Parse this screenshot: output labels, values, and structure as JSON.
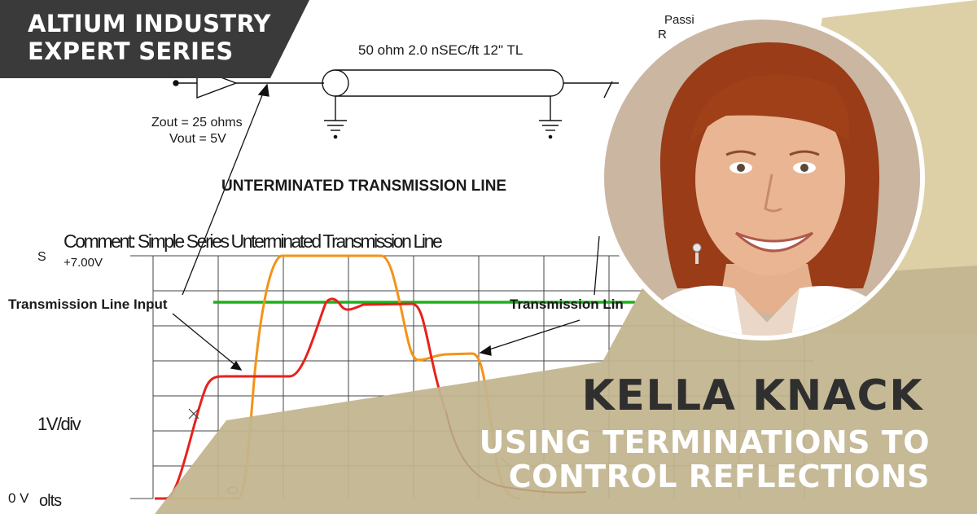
{
  "badge": {
    "line1": "ALTIUM INDUSTRY",
    "line2": "EXPERT SERIES"
  },
  "schematic": {
    "tl_label": "50 ohm 2.0 nSEC/ft 12\" TL",
    "zout": "Zout = 25 ohms",
    "vout": "Vout = 5V",
    "title": "UNTERMINATED TRANSMISSION LINE",
    "partial_text": "Passi",
    "partial_text2": "R"
  },
  "plot": {
    "comment": "Comment: Simple Series Unterminated Transmission Line",
    "v_top": "+7.00V",
    "v_zero": "0 V",
    "scale": "1V/div",
    "units": "olts",
    "cut_s": "S",
    "label_input": "Transmission Line Input",
    "label_end": "Transmission Lin"
  },
  "person": {
    "name": "KELLA KNACK"
  },
  "headline": {
    "line1": "USING TERMINATIONS TO",
    "line2": "CONTROL REFLECTIONS"
  },
  "colors": {
    "badge_bg": "#3a3a3a",
    "gold": "#c2b58f",
    "gold_light": "#ddd0a6",
    "trace_red": "#e8211c",
    "trace_orange": "#f49317",
    "trace_green": "#1db01d",
    "name_color": "#2f2f2f"
  }
}
